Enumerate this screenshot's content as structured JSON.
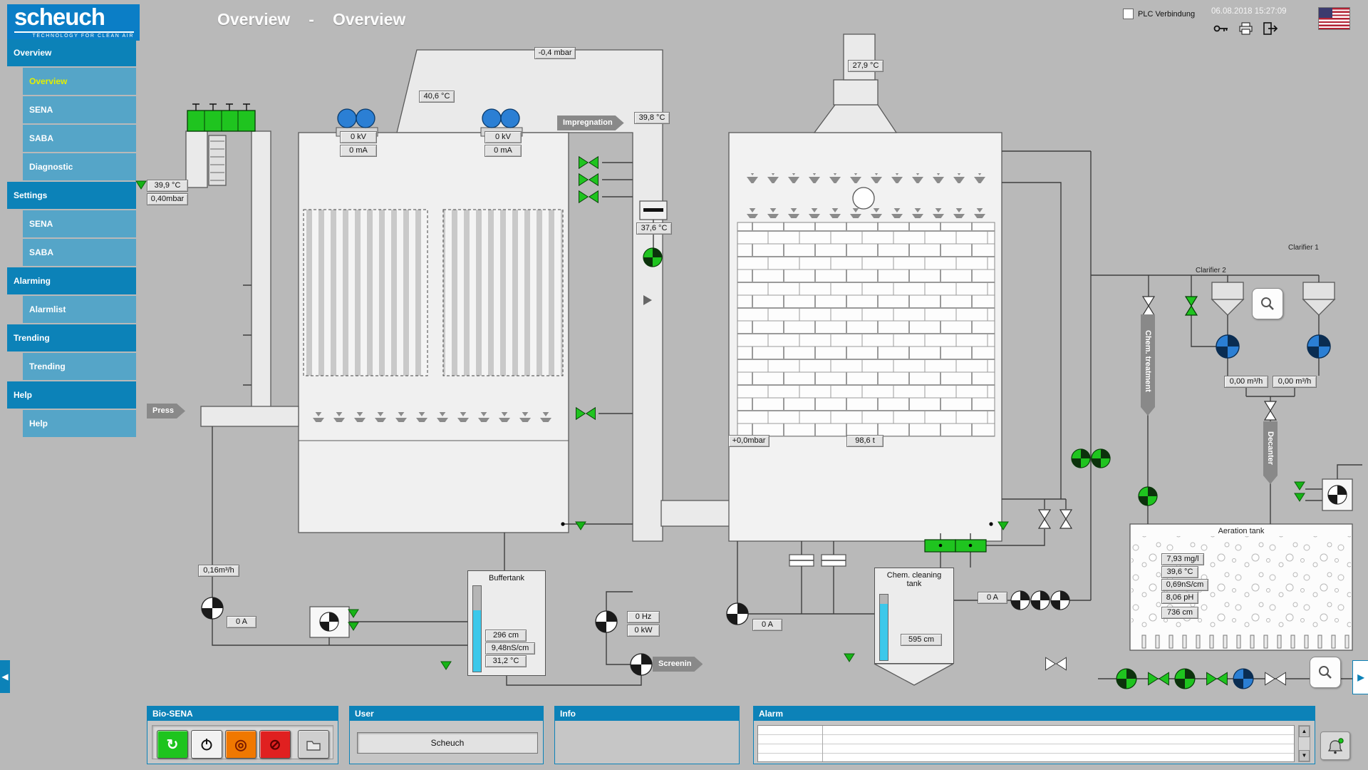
{
  "header": {
    "logo_text": "scheuch",
    "logo_tagline": "TECHNOLOGY FOR CLEAN AIR",
    "title_primary": "Overview",
    "title_separator": "-",
    "title_secondary": "Overview",
    "plc_label": "PLC Verbindung",
    "timestamp": "06.08.2018 15:27:09"
  },
  "sidebar": {
    "items": [
      {
        "label": "Overview",
        "type": "section"
      },
      {
        "label": "Overview",
        "type": "item",
        "selected": true
      },
      {
        "label": "SENA",
        "type": "item"
      },
      {
        "label": "SABA",
        "type": "item"
      },
      {
        "label": "Diagnostic",
        "type": "item"
      },
      {
        "label": "Settings",
        "type": "section"
      },
      {
        "label": "SENA",
        "type": "item"
      },
      {
        "label": "SABA",
        "type": "item"
      },
      {
        "label": "Alarming",
        "type": "section"
      },
      {
        "label": "Alarmlist",
        "type": "item"
      },
      {
        "label": "Trending",
        "type": "section"
      },
      {
        "label": "Trending",
        "type": "item"
      },
      {
        "label": "Help",
        "type": "section"
      },
      {
        "label": "Help",
        "type": "item"
      }
    ]
  },
  "diagram": {
    "esp": {
      "outlet_pressure": "-0,4 mbar",
      "outlet_temp": "40,6 °C",
      "field1_voltage": "0 kV",
      "field1_current": "0 mA",
      "field2_voltage": "0 kV",
      "field2_current": "0 mA",
      "inlet_temp": "39,9 °C",
      "inlet_pressure": "0,40mbar",
      "press_label": "Press"
    },
    "scrubber": {
      "impregnation_label": "Impregnation",
      "impregnation_temp": "39,8 °C",
      "recirc_temp": "37,6 °C",
      "stack_temp": "27,9 °C",
      "sump_pressure": "+0,0mbar",
      "weight": "98,6 t",
      "fan_frequency": "0 Hz",
      "fan_power": "0 kW"
    },
    "buffertank": {
      "title": "Buffertank",
      "level": "296 cm",
      "conductivity": "9,48nS/cm",
      "temp": "31,2 °C"
    },
    "chem_tank": {
      "title": "Chem. cleaning tank",
      "level": "595 cm",
      "pump_current": "0 A"
    },
    "aeration_tank": {
      "title": "Aeration tank",
      "oxygen": "7,93 mg/l",
      "temp": "39,6 °C",
      "conductivity": "0,69nS/cm",
      "ph": "8,06 pH",
      "level": "736 cm"
    },
    "clarifier": {
      "clarifier1_label": "Clarifier 1",
      "clarifier2_label": "Clarifier 2",
      "flow1": "0,00 m³/h",
      "flow2": "0,00 m³/h",
      "chem_treatment_label": "Chem. treatment",
      "decanter_label": "Decanter"
    },
    "pumps": {
      "feed_flow": "0,16m³/h",
      "feed_pump_current": "0 A",
      "drain_pump_current": "0 A",
      "screening_label": "Screenin"
    }
  },
  "panels": {
    "bio_sena": {
      "title": "Bio-SENA"
    },
    "user": {
      "title": "User",
      "current_user": "Scheuch"
    },
    "info": {
      "title": "Info"
    },
    "alarm": {
      "title": "Alarm"
    }
  },
  "icons": {
    "login_key_icon": "key",
    "print_icon": "printer",
    "exit_icon": "door-arrow",
    "flag_icon": "us-flag",
    "zoom_icon": "magnifier",
    "run_icon": "circular-arrow",
    "power_icon": "power",
    "target_icon": "concentric-rings",
    "mute_icon": "crossed-circle",
    "folder_icon": "folder",
    "alarm_ack_icon": "bell",
    "prev_page_icon": "left-arrow",
    "next_page_icon": "right-arrow"
  },
  "colors": {
    "brand_blue": "#0c82b8",
    "nav_item_blue": "#55a5c8",
    "selected_yellow": "#e3ef00",
    "run_green": "#1fc41f",
    "pump_blue": "#2b7fd4",
    "level_cyan": "#3cc8ea",
    "alarm_red": "#e02020"
  }
}
